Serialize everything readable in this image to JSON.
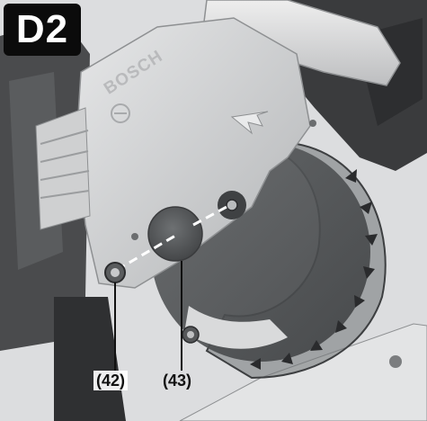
{
  "badge": {
    "label": "D2"
  },
  "brand": {
    "text": "BOSCH"
  },
  "callouts": [
    {
      "id": "42",
      "label": "(42)"
    },
    {
      "id": "43",
      "label": "(43)"
    }
  ],
  "colors": {
    "badge_bg": "#0b0b0b",
    "housing": "#c9cacb",
    "dark_housing": "#3c3d3f",
    "blade_guard": "#6f7274",
    "blade": "#4a4c4e",
    "flange": "#5c5e60",
    "background": "#d9dadb"
  },
  "icons": {
    "brand_emblem": "bosch-armature-emblem-icon"
  }
}
